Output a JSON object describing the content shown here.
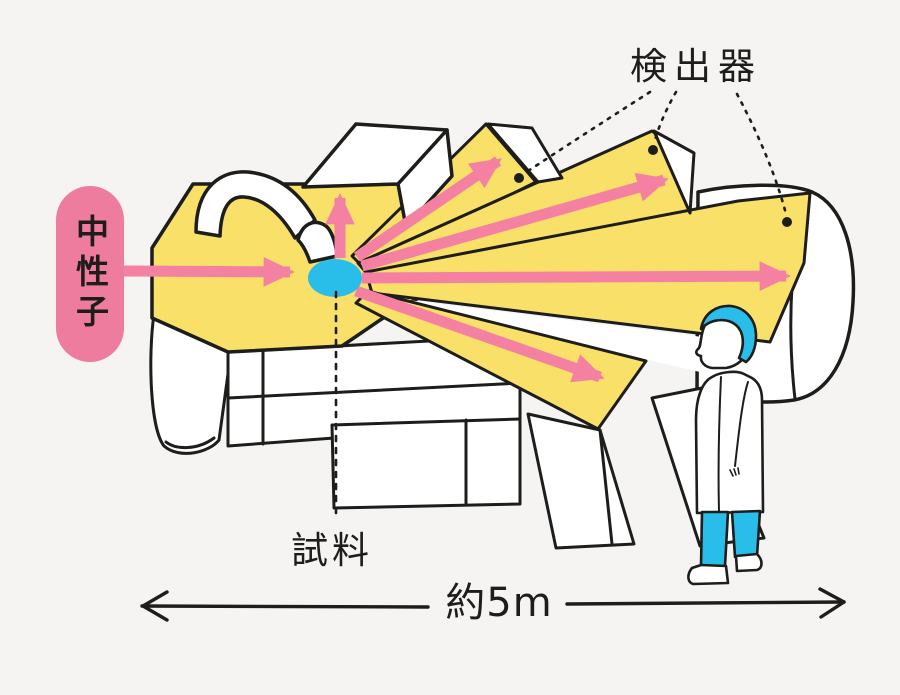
{
  "labels": {
    "neutron": "中性子",
    "detector": "検出器",
    "sample": "試料",
    "scale": "約5m"
  },
  "colors": {
    "background": "#f5f4f2",
    "machine_yellow": "#f9e069",
    "arrow_pink": "#f480a2",
    "label_pill_pink": "#ee7c9e",
    "sample_blue": "#29bee9",
    "outline": "#1d1d1b",
    "white": "#ffffff"
  },
  "annotations": {
    "detector_markers": 3,
    "incident_beam_arrows": 1,
    "scattered_beam_arrows": 5
  }
}
